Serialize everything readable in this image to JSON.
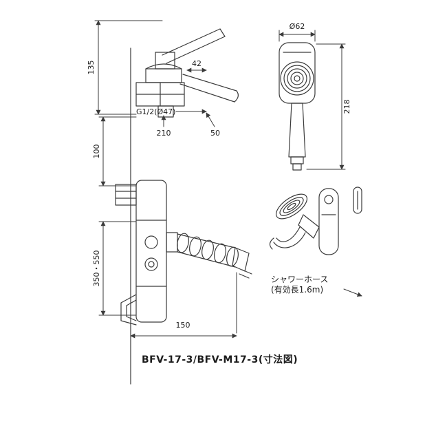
{
  "diagram": {
    "title": "faucet-dimension-drawing",
    "background": "#ffffff",
    "line_color": "#3a3a3a",
    "text_color": "#1c1c1c"
  },
  "labels": {
    "dim_left_upper": "135",
    "dim_left_middle": "100",
    "dim_left_lower": "350・550",
    "dim_bottom": "150",
    "thread_note": "G1/2(Ø47)",
    "dim_lever": "42",
    "dim_body_width": "210",
    "dim_outlet": "50",
    "shower_head_dia": "Ø62",
    "shower_length": "218",
    "hose_note_line1": "シャワーホース",
    "hose_note_line2": "(有効長1.6m)",
    "caption": "BFV-17-3/BFV-M17-3(寸法図)"
  }
}
